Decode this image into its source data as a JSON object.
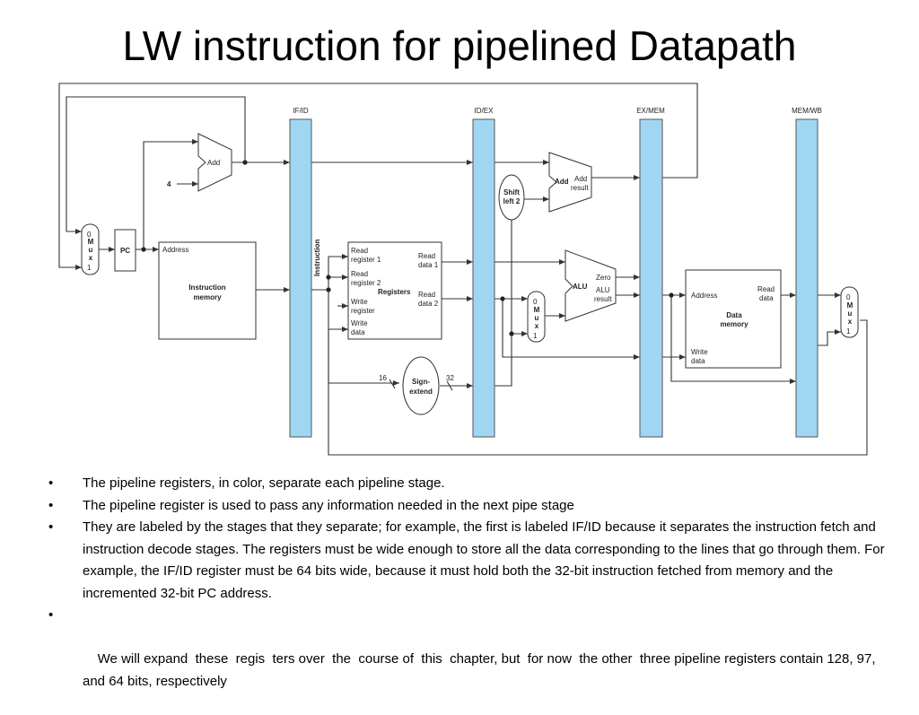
{
  "title": "LW instruction for pipelined Datapath",
  "diagram": {
    "pipeline_registers": [
      "IF/ID",
      "ID/EX",
      "EX/MEM",
      "MEM/WB"
    ],
    "constant_four": "4",
    "add_label": "Add",
    "pc_label": "PC",
    "mux_left": {
      "top": "0",
      "letters": [
        "M",
        "u",
        "x"
      ],
      "bottom": "1"
    },
    "mux_ex": {
      "top": "0",
      "letters": [
        "M",
        "u",
        "x"
      ],
      "bottom": "1"
    },
    "mux_wb": {
      "top": "0",
      "letters": [
        "M",
        "u",
        "x"
      ],
      "bottom": "1"
    },
    "instruction_memory": {
      "address": "Address",
      "line1": "Instruction",
      "line2": "memory"
    },
    "instruction_label": "Instruction",
    "registers": {
      "read_register_1": [
        "Read",
        "register 1"
      ],
      "read_register_2": [
        "Read",
        "register 2"
      ],
      "write_register": [
        "Write",
        "register"
      ],
      "write_data": [
        "Write",
        "data"
      ],
      "read_data_1": [
        "Read",
        "data 1"
      ],
      "read_data_2": [
        "Read",
        "data 2"
      ],
      "name": "Registers"
    },
    "sign_extend": {
      "line1": "Sign-",
      "line2": "extend",
      "in_bits": "16",
      "out_bits": "32"
    },
    "shift_left": {
      "line1": "Shift",
      "line2": "left 2"
    },
    "branch_adder": {
      "name": "Add",
      "result1": "Add",
      "result2": "result"
    },
    "alu": {
      "name": "ALU",
      "zero": "Zero",
      "result1": "ALU",
      "result2": "result"
    },
    "data_memory": {
      "address": "Address",
      "read1": "Read",
      "read2": "data",
      "write1": "Write",
      "write2": "data",
      "line1": "Data",
      "line2": "memory"
    }
  },
  "bullets": [
    "The pipeline registers, in color, separate each pipeline stage.",
    "The pipeline register is used to pass any information needed in the next pipe stage",
    "They are labeled by the stages that they separate; for example, the first is labeled IF/ID because it separates the instruction fetch and instruction decode stages. The registers must be wide enough to store all the data corresponding to the lines that go through them. For example, the IF/ID register must be 64 bits wide, because it must hold both the 32-bit instruction fetched from memory and the incremented 32-bit PC address.",
    "We will expand  these  regis  ters over  the  course of  this  chapter, but  for now  the other  three pipeline registers contain 128, 97, and 64 bits, respectively"
  ],
  "bullet_symbol": "•"
}
